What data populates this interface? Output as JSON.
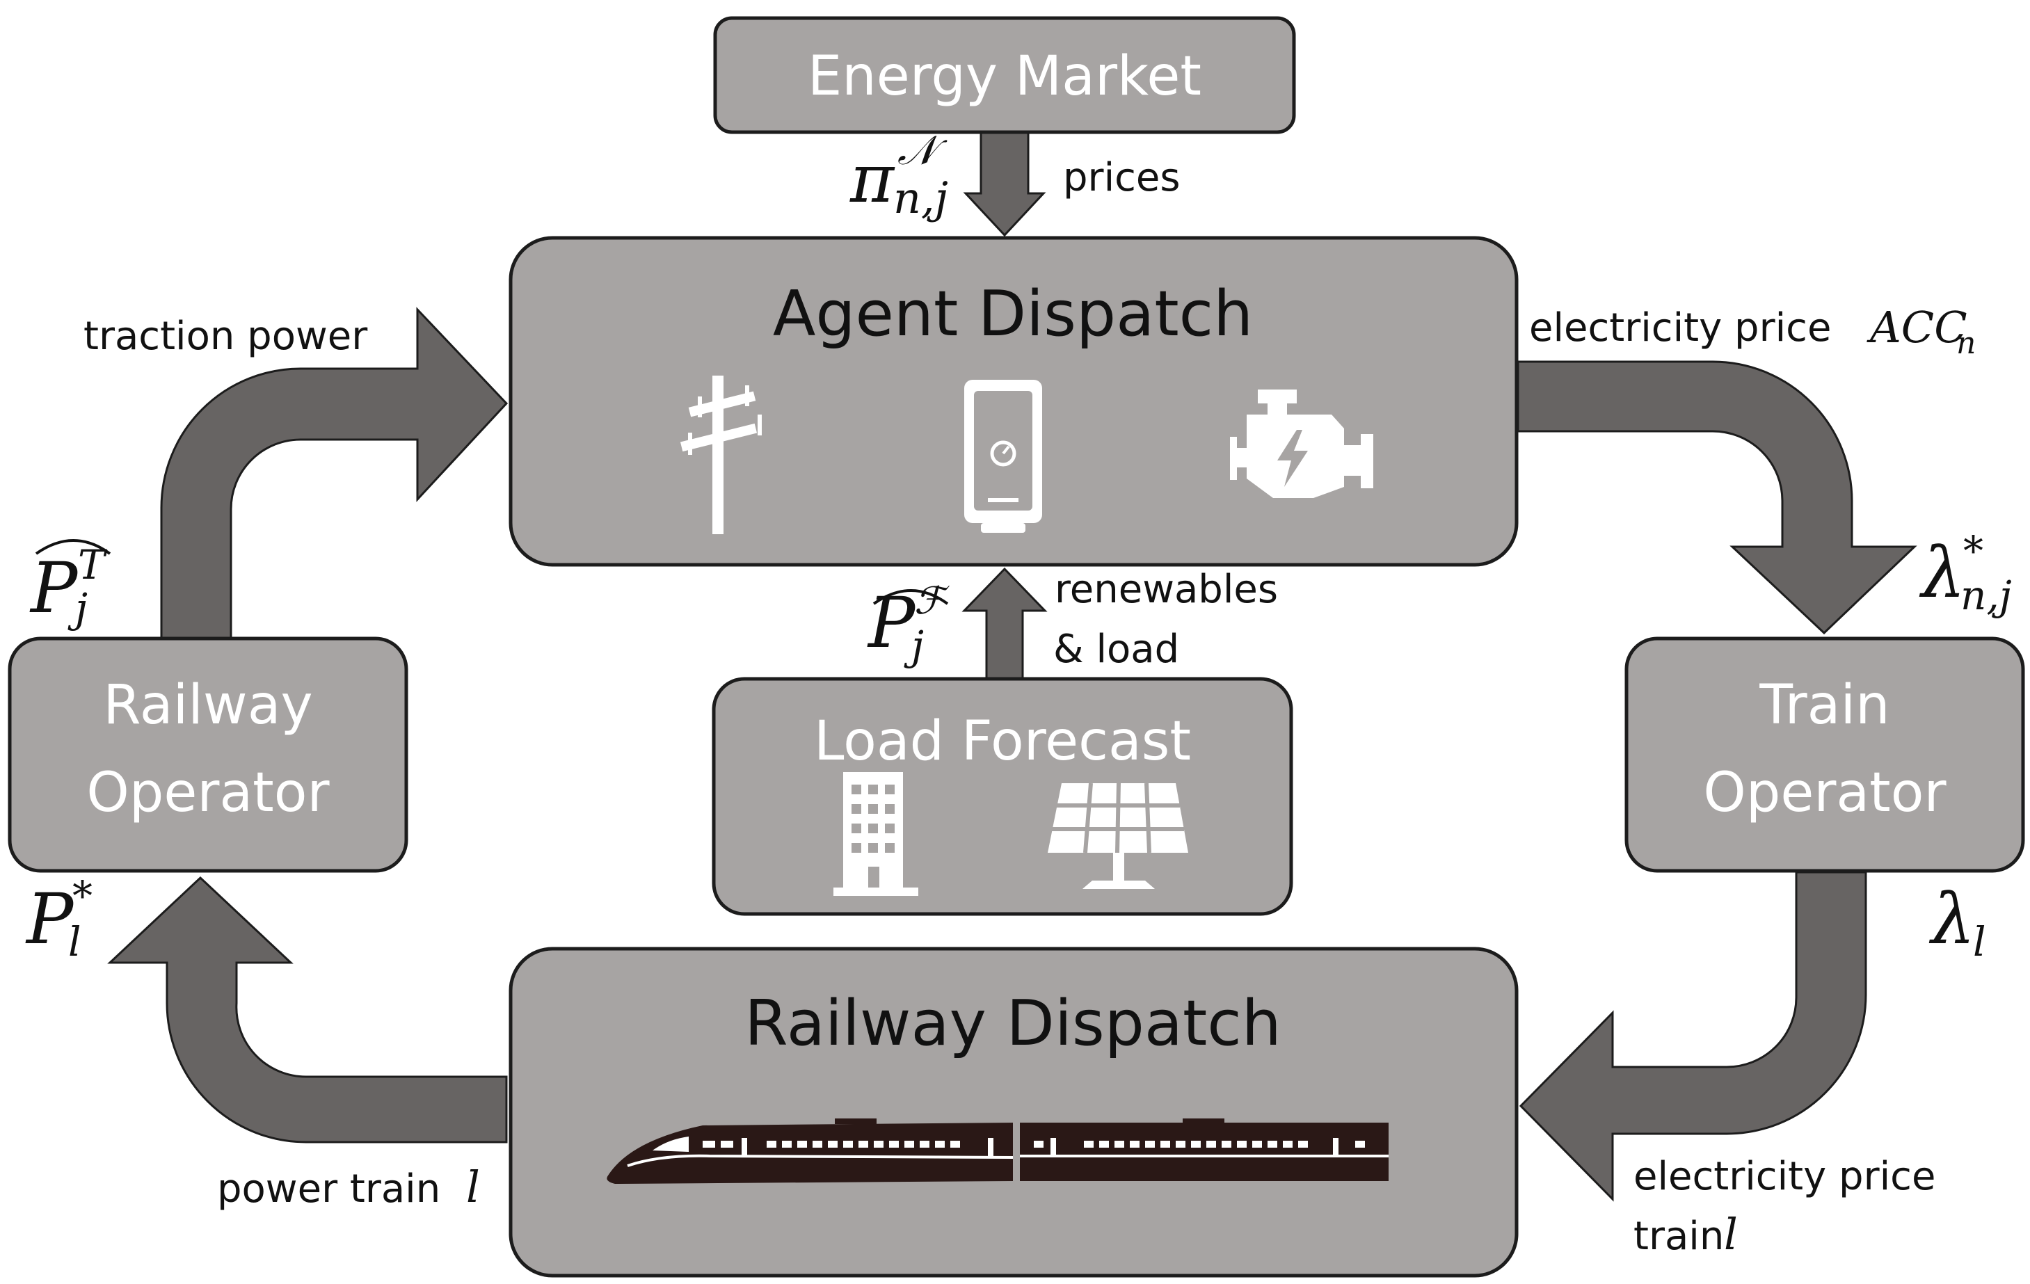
{
  "boxes": {
    "energy_market": "Energy Market",
    "agent_dispatch": "Agent Dispatch",
    "load_forecast": "Load Forecast",
    "railway_operator_line1": "Railway",
    "railway_operator_line2": "Operator",
    "train_operator_line1": "Train",
    "train_operator_line2": "Operator",
    "railway_dispatch": "Railway Dispatch"
  },
  "labels": {
    "prices": "prices",
    "traction_power": "traction power",
    "electricity_price_top": "electricity price",
    "renewables": "renewables",
    "and_load": "& load",
    "power_train": "power train",
    "electricity_price_bottom": "electricity price",
    "train": "train"
  },
  "math": {
    "pi_base": "π",
    "pi_sup": "𝒩",
    "pi_sub": "n,j",
    "acc_base": "ACC",
    "acc_sub": "n",
    "lambda_star_base": "λ",
    "lambda_star_sup": "*",
    "lambda_star_sub": "n,j",
    "p_t_base": "P",
    "p_t_sup": "T",
    "p_t_sub": "j",
    "p_f_base": "P",
    "p_f_sup": "ℱ",
    "p_f_sub": "j",
    "p_l_base": "P",
    "p_l_sup": "*",
    "p_l_sub": "l",
    "lambda_l_base": "λ",
    "lambda_l_sub": "l",
    "l_power": "l",
    "l_train": "l"
  },
  "icons": [
    "power-pole-icon",
    "charging-station-icon",
    "engine-icon",
    "building-icon",
    "solar-panel-icon",
    "train-icon"
  ],
  "colors": {
    "box_fill": "#a7a4a3",
    "arrow_fill": "#676463",
    "outline": "#1c1c1c",
    "icon": "#ffffff"
  }
}
